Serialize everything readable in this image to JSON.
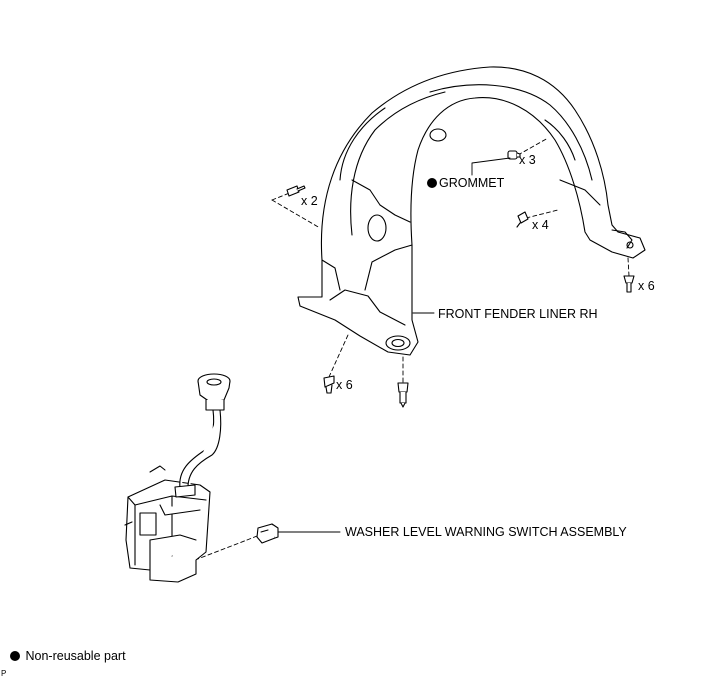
{
  "labels": {
    "grommet": "GROMMET",
    "fender_liner": "FRONT FENDER LINER RH",
    "washer_switch": "WASHER LEVEL WARNING SWITCH ASSEMBLY"
  },
  "quantities": {
    "screw_top_left": "x 2",
    "screw_top_mid": "x 3",
    "screw_right_mid": "x 4",
    "clip_right": "x 6",
    "clip_bottom": "x 6"
  },
  "legend": {
    "non_reusable": "Non-reusable part"
  },
  "figure_id": "P"
}
